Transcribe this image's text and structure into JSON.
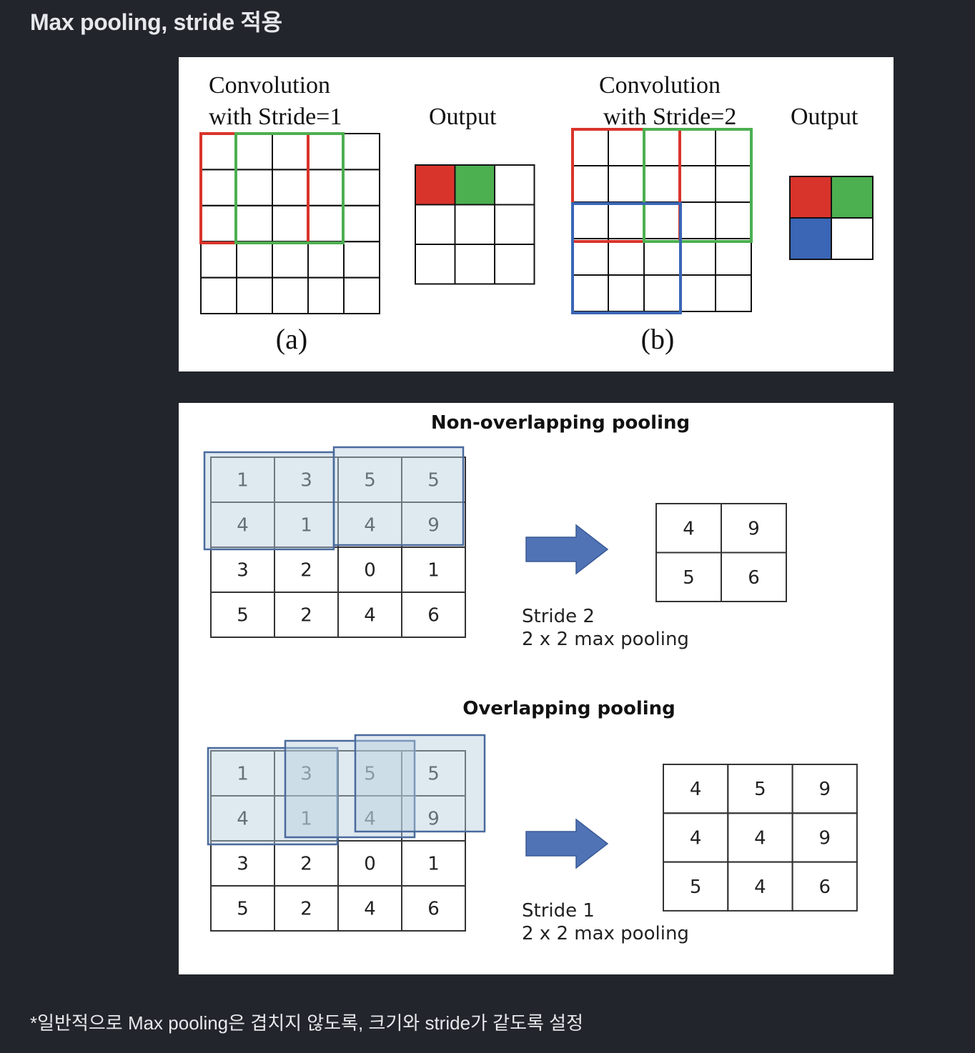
{
  "page": {
    "heading": "Max pooling, stride 적용",
    "footnote": "*일반적으로 Max pooling은 겹치지 않도록, 크기와 stride가 같도록 설정"
  },
  "stride_figure": {
    "left": {
      "title_line1": "Convolution",
      "title_line2": "with Stride=1",
      "output_label": "Output",
      "caption": "(a)"
    },
    "right": {
      "title_line1": "Convolution",
      "title_line2": "with Stride=2",
      "output_label": "Output",
      "caption": "(b)"
    },
    "colors": {
      "red": "#d9342b",
      "green": "#4caf50",
      "blue": "#3a66b5"
    }
  },
  "pooling_figure": {
    "non_overlapping": {
      "title": "Non-overlapping pooling",
      "input": [
        [
          1,
          3,
          5,
          5
        ],
        [
          4,
          1,
          4,
          9
        ],
        [
          3,
          2,
          0,
          1
        ],
        [
          5,
          2,
          4,
          6
        ]
      ],
      "output": [
        [
          4,
          9
        ],
        [
          5,
          6
        ]
      ],
      "stride_label": "Stride 2",
      "pool_label": "2 x 2 max pooling"
    },
    "overlapping": {
      "title": "Overlapping pooling",
      "input": [
        [
          1,
          3,
          5,
          5
        ],
        [
          4,
          1,
          4,
          9
        ],
        [
          3,
          2,
          0,
          1
        ],
        [
          5,
          2,
          4,
          6
        ]
      ],
      "output": [
        [
          4,
          5,
          9
        ],
        [
          4,
          4,
          9
        ],
        [
          5,
          4,
          6
        ]
      ],
      "stride_label": "Stride 1",
      "pool_label": "2 x 2 max pooling"
    },
    "colors": {
      "window_fill": "#b7cedd",
      "window_stroke": "#4a6a9c",
      "arrow": "#4f73b5"
    }
  }
}
